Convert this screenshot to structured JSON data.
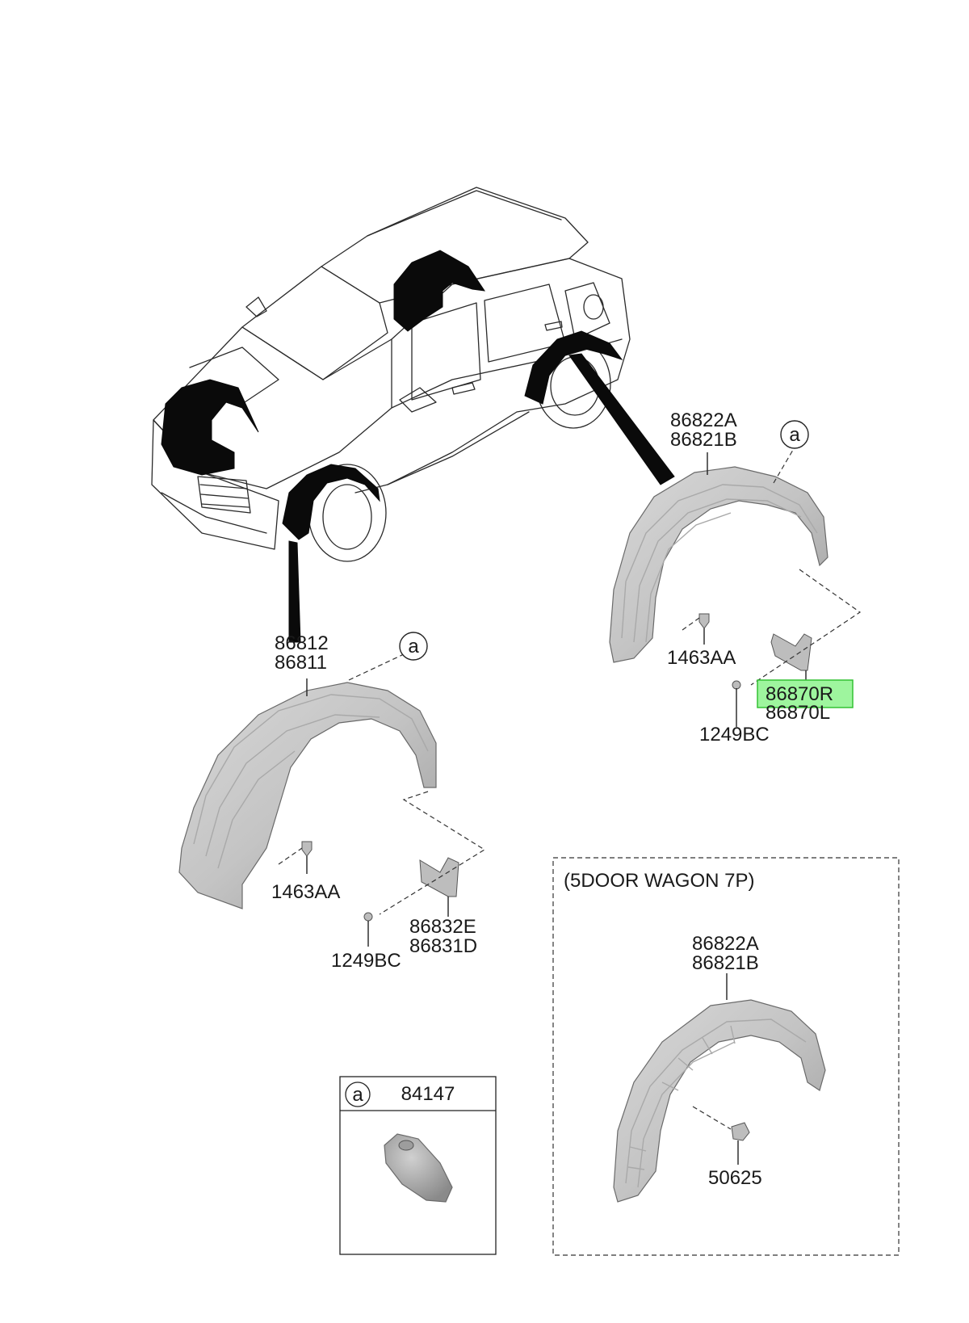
{
  "callouts": {
    "rear_upper": "86822A",
    "rear_lower": "86821B",
    "rear_ref": "a",
    "rear_bolt": "1463AA",
    "rear_flap_r": "86870R",
    "rear_flap_l": "86870L",
    "rear_screw": "1249BC",
    "front_upper": "86812",
    "front_lower": "86811",
    "front_ref": "a",
    "front_bolt": "1463AA",
    "front_screw": "1249BC",
    "front_flap_upper": "86832E",
    "front_flap_lower": "86831D"
  },
  "inset": {
    "ref": "a",
    "part_no": "84147"
  },
  "variant": {
    "title": "(5DOOR WAGON 7P)",
    "upper": "86822A",
    "lower": "86821B",
    "clip": "50625"
  },
  "highlight": {
    "part": "86870R",
    "color": "#9ef59e"
  }
}
